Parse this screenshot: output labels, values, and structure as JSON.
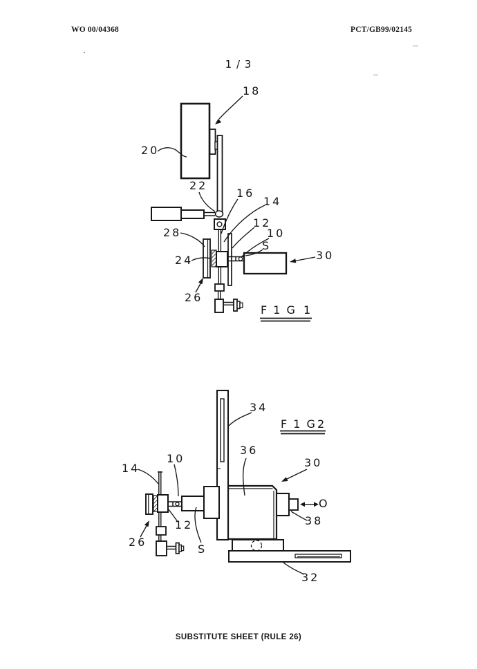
{
  "page": {
    "header_left": "WO 00/04368",
    "header_right": "PCT/GB99/02145",
    "sheet_number": "1 / 3",
    "footer": "SUBSTITUTE SHEET (RULE 26)"
  },
  "fig1": {
    "caption": "F 1 G",
    "caption_number": "1",
    "labels": {
      "l18": "18",
      "l20": "20",
      "l22": "22",
      "l16": "16",
      "l14": "14",
      "l12": "12",
      "l10": "10",
      "s": "S",
      "l30": "30",
      "l28": "28",
      "l24": "24",
      "l26": "26"
    }
  },
  "fig2": {
    "caption": "F 1 G",
    "caption_number": "2",
    "labels": {
      "l34": "34",
      "l36": "36",
      "l30": "30",
      "l14": "14",
      "l10": "10",
      "l12": "12",
      "l26": "26",
      "s": "S",
      "l38": "38",
      "o": "O",
      "l32": "32"
    }
  }
}
